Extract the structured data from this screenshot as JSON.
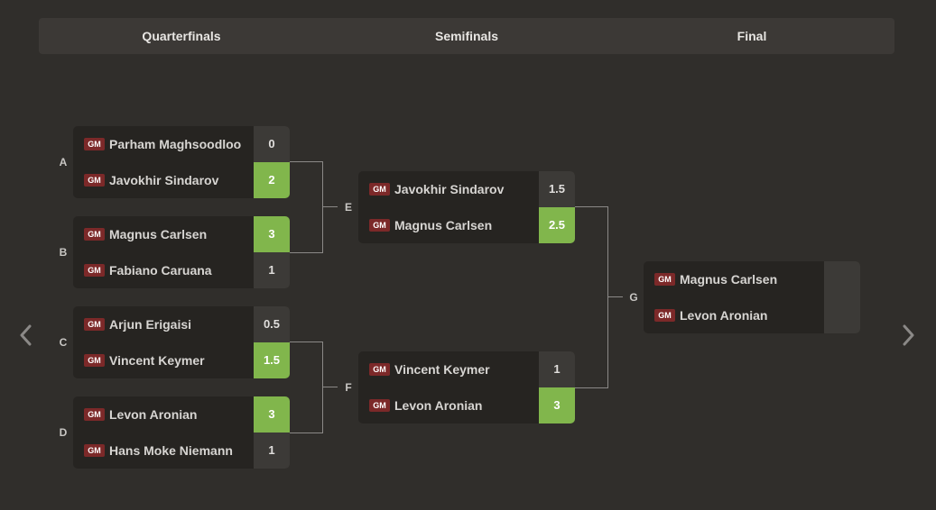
{
  "rounds": {
    "quarterfinals": "Quarterfinals",
    "semifinals": "Semifinals",
    "final": "Final"
  },
  "colors": {
    "background": "#302e2b",
    "win": "#81b64c",
    "title_badge": "#7c2929"
  },
  "matches": {
    "A": {
      "label": "A",
      "p1": {
        "title": "GM",
        "name": "Parham Maghsoodloo",
        "score": "0",
        "win": false
      },
      "p2": {
        "title": "GM",
        "name": "Javokhir Sindarov",
        "score": "2",
        "win": true
      }
    },
    "B": {
      "label": "B",
      "p1": {
        "title": "GM",
        "name": "Magnus Carlsen",
        "score": "3",
        "win": true
      },
      "p2": {
        "title": "GM",
        "name": "Fabiano Caruana",
        "score": "1",
        "win": false
      }
    },
    "C": {
      "label": "C",
      "p1": {
        "title": "GM",
        "name": "Arjun Erigaisi",
        "score": "0.5",
        "win": false
      },
      "p2": {
        "title": "GM",
        "name": "Vincent Keymer",
        "score": "1.5",
        "win": true
      }
    },
    "D": {
      "label": "D",
      "p1": {
        "title": "GM",
        "name": "Levon Aronian",
        "score": "3",
        "win": true
      },
      "p2": {
        "title": "GM",
        "name": "Hans Moke Niemann",
        "score": "1",
        "win": false
      }
    },
    "E": {
      "label": "E",
      "p1": {
        "title": "GM",
        "name": "Javokhir Sindarov",
        "score": "1.5",
        "win": false
      },
      "p2": {
        "title": "GM",
        "name": "Magnus Carlsen",
        "score": "2.5",
        "win": true
      }
    },
    "F": {
      "label": "F",
      "p1": {
        "title": "GM",
        "name": "Vincent Keymer",
        "score": "1",
        "win": false
      },
      "p2": {
        "title": "GM",
        "name": "Levon Aronian",
        "score": "3",
        "win": true
      }
    },
    "G": {
      "label": "G",
      "p1": {
        "title": "GM",
        "name": "Magnus Carlsen",
        "score": "",
        "win": false
      },
      "p2": {
        "title": "GM",
        "name": "Levon Aronian",
        "score": "",
        "win": false
      }
    }
  },
  "nav": {
    "prev_icon": "chevron-left-icon",
    "next_icon": "chevron-right-icon"
  }
}
